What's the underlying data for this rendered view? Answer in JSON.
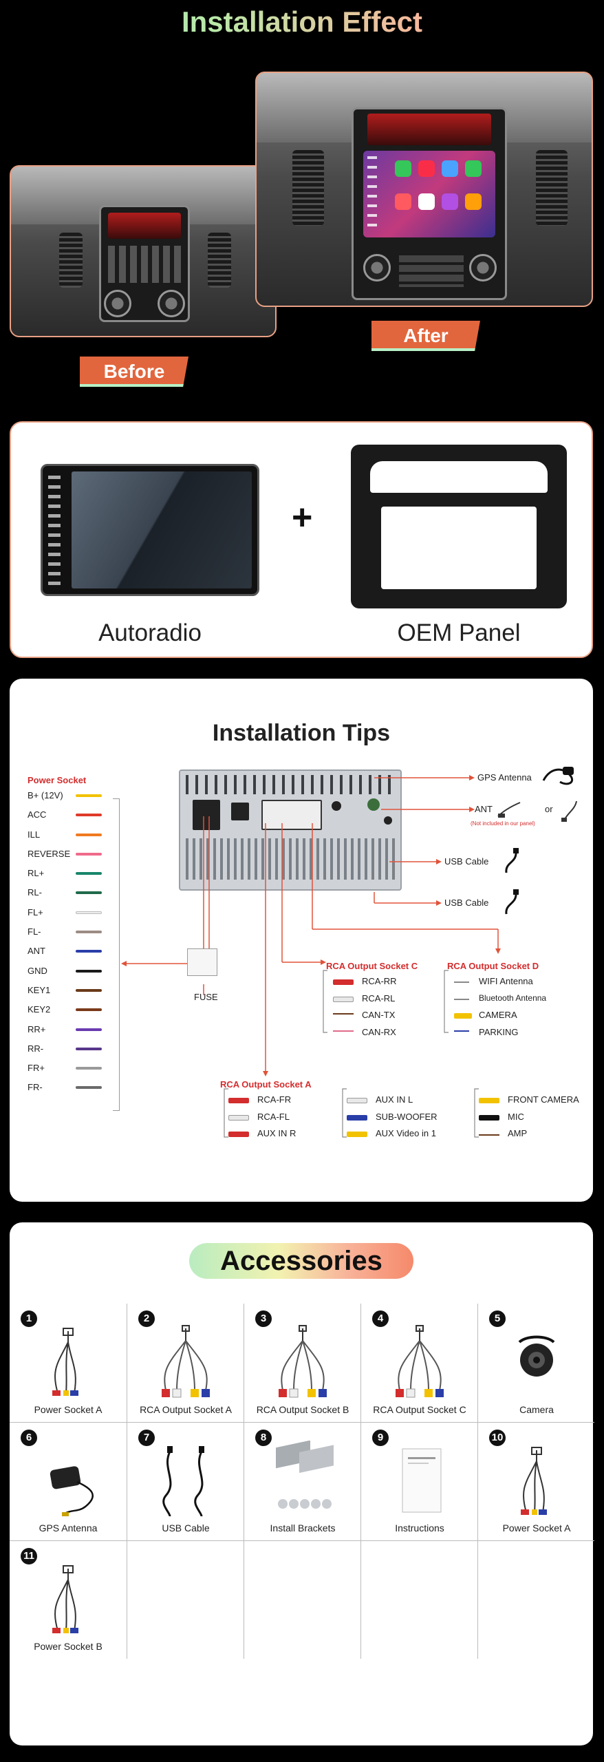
{
  "header": {
    "title": "Installation Effect"
  },
  "effect": {
    "before_label": "Before",
    "after_label": "After"
  },
  "parts": {
    "left_label": "Autoradio",
    "right_label": "OEM Panel",
    "plus": "+"
  },
  "tips": {
    "title": "Installation Tips",
    "power_socket": {
      "title": "Power Socket",
      "pins": [
        {
          "label": "B+ (12V)",
          "color": "#f2c200"
        },
        {
          "label": "ACC",
          "color": "#e03a2a"
        },
        {
          "label": "ILL",
          "color": "#f07a20"
        },
        {
          "label": "REVERSE",
          "color": "#f06a8a"
        },
        {
          "label": "RL+",
          "color": "#18866a"
        },
        {
          "label": "RL-",
          "color": "#1f6a4a"
        },
        {
          "label": "FL+",
          "color": "#eeeeee"
        },
        {
          "label": "FL-",
          "color": "#9c8c84"
        },
        {
          "label": "ANT",
          "color": "#2a3ea8"
        },
        {
          "label": "GND",
          "color": "#1a1a1a"
        },
        {
          "label": "KEY1",
          "color": "#6a3a1a"
        },
        {
          "label": "KEY2",
          "color": "#7a3a1a"
        },
        {
          "label": "RR+",
          "color": "#6a3ab0"
        },
        {
          "label": "RR-",
          "color": "#58368a"
        },
        {
          "label": "FR+",
          "color": "#9a9a9a"
        },
        {
          "label": "FR-",
          "color": "#6a6a6a"
        }
      ]
    },
    "fuse": "FUSE",
    "gps_antenna": "GPS Antenna",
    "ant": "ANT",
    "ant_note": "(Not included in our panel)",
    "or": "or",
    "usb_cable_1": "USB Cable",
    "usb_cable_2": "USB Cable",
    "socket_c": {
      "title": "RCA Output Socket C",
      "items": [
        "RCA-RR",
        "RCA-RL",
        "CAN-TX",
        "CAN-RX"
      ]
    },
    "socket_d": {
      "title": "RCA Output Socket D",
      "items": [
        "WIFI Antenna",
        "Bluetooth Antenna",
        "CAMERA",
        "PARKING"
      ]
    },
    "socket_a": {
      "title": "RCA Output Socket A",
      "col1": [
        "RCA-FR",
        "RCA-FL",
        "AUX IN R"
      ],
      "col2": [
        "AUX IN L",
        "SUB-WOOFER",
        "AUX Video in 1"
      ],
      "col3": [
        "FRONT CAMERA",
        "MIC",
        "AMP"
      ]
    }
  },
  "accessories": {
    "title": "Accessories",
    "items": [
      {
        "num": "1",
        "label": "Power Socket A",
        "icon": "harness-icon"
      },
      {
        "num": "2",
        "label": "RCA Output Socket A",
        "icon": "rca-cable-icon"
      },
      {
        "num": "3",
        "label": "RCA Output Socket B",
        "icon": "rca-cable-icon"
      },
      {
        "num": "4",
        "label": "RCA Output Socket C",
        "icon": "rca-cable-icon"
      },
      {
        "num": "5",
        "label": "Camera",
        "icon": "camera-icon"
      },
      {
        "num": "6",
        "label": "GPS Antenna",
        "icon": "gps-antenna-icon"
      },
      {
        "num": "7",
        "label": "USB Cable",
        "icon": "usb-cable-icon"
      },
      {
        "num": "8",
        "label": "Install Brackets",
        "icon": "brackets-icon"
      },
      {
        "num": "9",
        "label": "Instructions",
        "icon": "manual-icon"
      },
      {
        "num": "10",
        "label": "Power Socket A",
        "icon": "harness-icon"
      },
      {
        "num": "11",
        "label": "Power Socket B",
        "icon": "harness-icon"
      }
    ]
  }
}
